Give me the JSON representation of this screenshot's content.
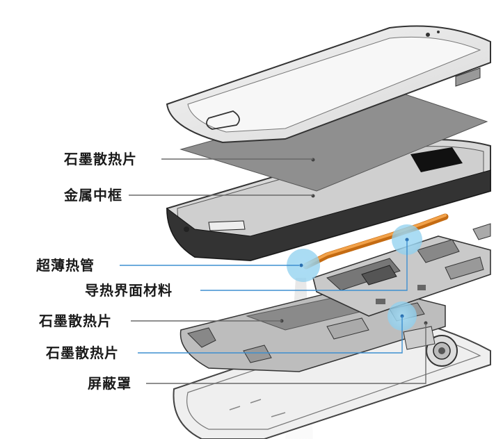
{
  "labels": {
    "graphite_sheet_top": "石墨散热片",
    "metal_midframe": "金属中框",
    "ultra_thin_heat_pipe": "超薄热管",
    "thermal_interface_material": "导热界面材料",
    "graphite_sheet_middle": "石墨散热片",
    "graphite_sheet_bottom": "石墨散热片",
    "shielding_cover": "屏蔽罩"
  },
  "colors": {
    "leader_gray": "#6a6a6a",
    "leader_blue": "#3d8fd0",
    "highlight_blue": "#8fd0ef",
    "heat_pipe_orange": "#e88a2a",
    "graphite_gray": "#8a8a8a"
  }
}
